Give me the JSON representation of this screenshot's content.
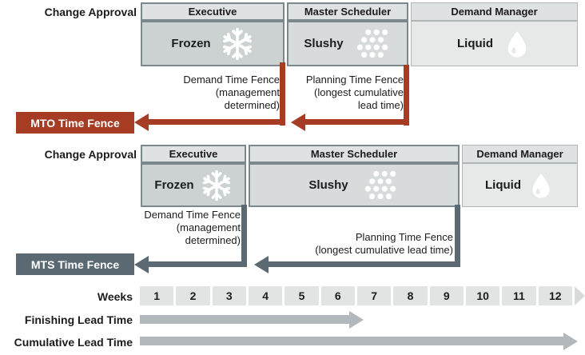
{
  "colors": {
    "mto_accent": "#A63C24",
    "mts_accent": "#5A6972",
    "header_bg": "#DEE2E2",
    "frozen_bg": "#CCD2D2",
    "slushy_bg": "#D7DBDB",
    "liquid_bg": "#E7E9E9",
    "dark_border": "#7B888C",
    "light_border": "#B0B5B5",
    "lead_bar": "#B2B8BC",
    "week_cell_bg": "#E2E4E4",
    "week_chevron": "#D9DBDB",
    "text": "#1C1C1C"
  },
  "mto": {
    "section_label": "Change Approval",
    "fence_label": "MTO Time Fence",
    "columns": [
      {
        "role": "Executive",
        "zone": "Frozen",
        "icon": "snowflake-icon"
      },
      {
        "role": "Master Scheduler",
        "zone": "Slushy",
        "icon": "slush-dots-icon"
      },
      {
        "role": "Demand Manager",
        "zone": "Liquid",
        "icon": "droplet-icon"
      }
    ],
    "demand_fence_lines": [
      "Demand Time Fence",
      "(management",
      "determined)"
    ],
    "planning_fence_lines": [
      "Planning Time Fence",
      "(longest cumulative",
      "lead time)"
    ]
  },
  "mts": {
    "section_label": "Change Approval",
    "fence_label": "MTS Time Fence",
    "columns": [
      {
        "role": "Executive",
        "zone": "Frozen",
        "icon": "snowflake-icon"
      },
      {
        "role": "Master Scheduler",
        "zone": "Slushy",
        "icon": "slush-dots-icon"
      },
      {
        "role": "Demand Manager",
        "zone": "Liquid",
        "icon": "droplet-icon"
      }
    ],
    "demand_fence_lines": [
      "Demand Time Fence",
      "(management",
      "determined)"
    ],
    "planning_fence_lines": [
      "Planning Time Fence",
      "(longest cumulative lead time)"
    ]
  },
  "timeline": {
    "weeks_label": "Weeks",
    "weeks": [
      "1",
      "2",
      "3",
      "4",
      "5",
      "6",
      "7",
      "8",
      "9",
      "10",
      "11",
      "12"
    ],
    "finishing_label": "Finishing Lead Time",
    "cumulative_label": "Cumulative Lead Time"
  }
}
